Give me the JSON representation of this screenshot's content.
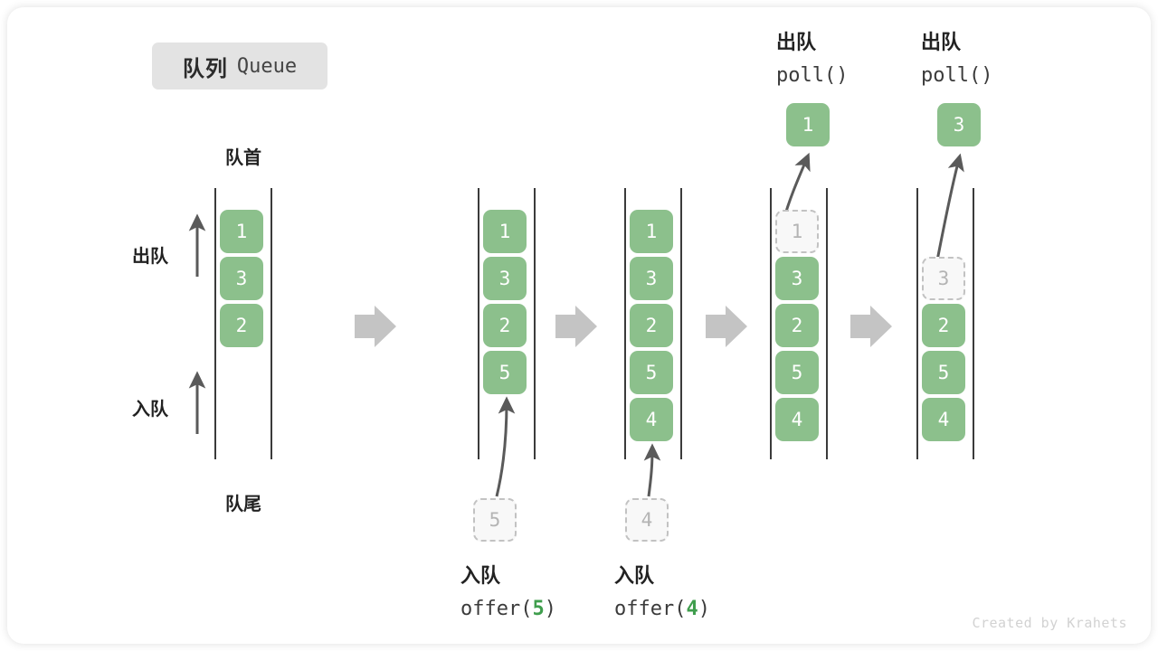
{
  "title": {
    "cn": "队列",
    "en": "Queue"
  },
  "labels": {
    "head": "队首",
    "tail": "队尾",
    "dequeue": "出队",
    "enqueue": "入队"
  },
  "colors": {
    "element": "#8CC08C",
    "element_text": "#FFFFFF",
    "ghost_fill": "#F8F8F8",
    "ghost_border": "#C2C2C2",
    "ghost_text": "#B4B4B4",
    "rail": "#3B3B3B",
    "arrow": "#5A5A5A",
    "transition_arrow": "#C4C4C4",
    "badge_bg": "#E3E3E3",
    "code_value": "#3F9E4D"
  },
  "panels": [
    {
      "id": "initial",
      "items": [
        "1",
        "3",
        "2"
      ],
      "ghosts": [],
      "caption_bottom": null,
      "caption_top": null,
      "popped": null
    },
    {
      "id": "after-offer-5",
      "items": [
        "1",
        "3",
        "2",
        "5"
      ],
      "ghosts": [],
      "incoming_ghost": "5",
      "caption_bottom": {
        "cn": "入队",
        "code_prefix": "offer(",
        "code_value": "5",
        "code_suffix": ")"
      },
      "caption_top": null,
      "popped": null
    },
    {
      "id": "after-offer-4",
      "items": [
        "1",
        "3",
        "2",
        "5",
        "4"
      ],
      "ghosts": [],
      "incoming_ghost": "4",
      "caption_bottom": {
        "cn": "入队",
        "code_prefix": "offer(",
        "code_value": "4",
        "code_suffix": ")"
      },
      "caption_top": null,
      "popped": null
    },
    {
      "id": "after-poll-1",
      "items": [
        "3",
        "2",
        "5",
        "4"
      ],
      "ghost_head": "1",
      "caption_bottom": null,
      "caption_top": {
        "cn": "出队",
        "code": "poll()"
      },
      "popped": "1"
    },
    {
      "id": "after-poll-3",
      "items": [
        "2",
        "5",
        "4"
      ],
      "ghost_head": "3",
      "caption_bottom": null,
      "caption_top": {
        "cn": "出队",
        "code": "poll()"
      },
      "popped": "3"
    }
  ],
  "footer": "Created by Krahets"
}
